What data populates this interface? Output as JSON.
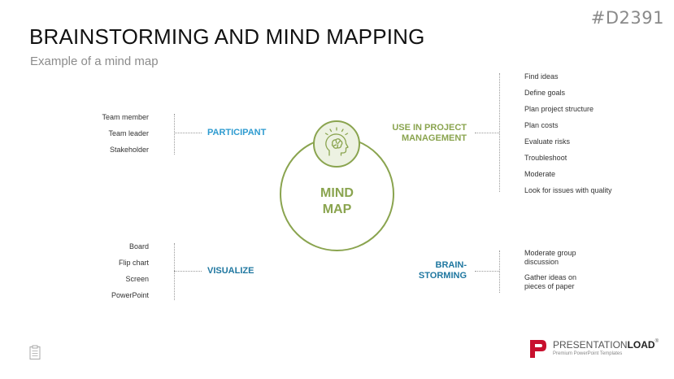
{
  "header": {
    "slide_id": "#D2391",
    "title": "BRAINSTORMING AND MIND MAPPING",
    "subtitle": "Example of a mind map"
  },
  "center": {
    "label_line1": "MIND",
    "label_line2": "MAP",
    "icon": "head-brain-icon"
  },
  "branches": {
    "participant": {
      "label": "PARTICIPANT",
      "items": [
        "Team member",
        "Team leader",
        "Stakeholder"
      ]
    },
    "visualize": {
      "label": "VISUALIZE",
      "items": [
        "Board",
        "Flip chart",
        "Screen",
        "PowerPoint"
      ]
    },
    "project": {
      "label_line1": "USE IN PROJECT",
      "label_line2": "MANAGEMENT",
      "items": [
        "Find ideas",
        "Define goals",
        "Plan project structure",
        "Plan costs",
        "Evaluate risks",
        "Troubleshoot",
        "Moderate",
        "Look for issues with quality"
      ]
    },
    "brainstorming": {
      "label_line1": "BRAIN-",
      "label_line2": "STORMING",
      "items": [
        "Moderate group",
        "discussion",
        "Gather ideas on",
        "pieces of paper"
      ]
    }
  },
  "footer": {
    "brand_part1": "PRESENTATION",
    "brand_part2": "LOAD",
    "tagline": "Premium PowerPoint Templates",
    "icon": "clipboard-icon"
  },
  "colors": {
    "green": "#8aa44f",
    "blue": "#2e9bd0",
    "teal": "#1f77a0",
    "logo_red": "#c8102e"
  }
}
